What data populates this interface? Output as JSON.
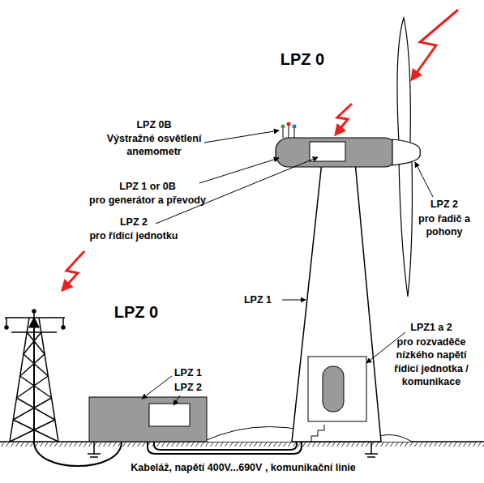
{
  "diagram": {
    "labels": [
      "LPZ 0",
      "LPZ 0B",
      "Výstražné osvětlení anemometr",
      "LPZ 1 or 0B",
      "pro generátor a převody",
      "LPZ 2",
      "pro řídicí jednotku",
      "LPZ 2",
      "pro řadič a pohony",
      "LPZ 1",
      "LPZ1 a 2",
      "pro rozvaděče nízkého napětí řídicí jednotka / komunikace",
      "LPZ 0",
      "LPZ 1",
      "LPZ 2",
      "Kabeláž, napětí 400V...690V , komunikační linie"
    ]
  }
}
